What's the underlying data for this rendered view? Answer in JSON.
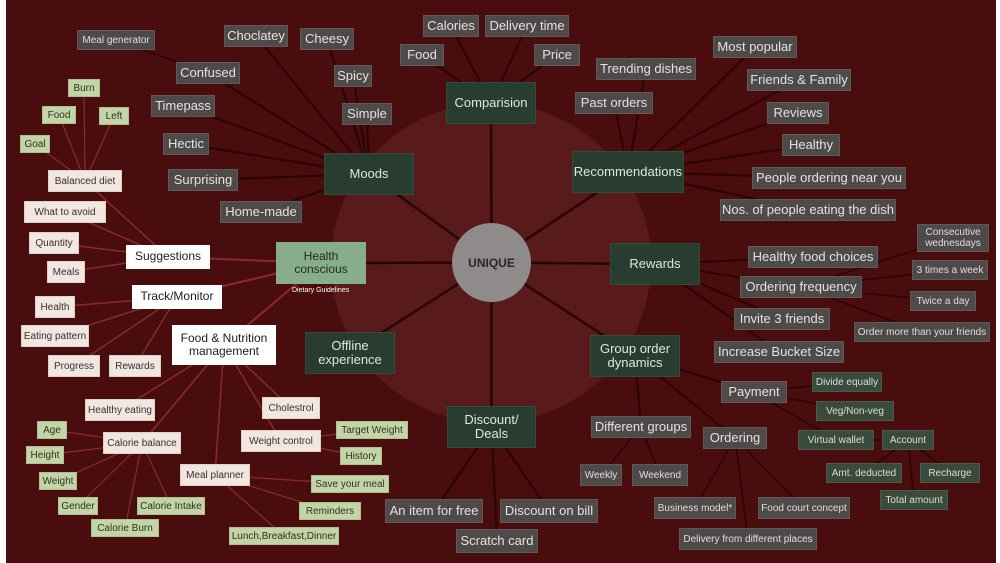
{
  "center": {
    "label": "UNIQUE"
  },
  "subtitle_health": "Dietary Guidelines",
  "colors": {
    "background": "#4a0d0d",
    "halo": "#581a1a",
    "edge_dark": "#2a0404",
    "edge_red": "#8a2a2a",
    "gray_box": "#4f4a4a",
    "dark_green_box": "#283d2f",
    "light_green_box": "#c3d4a6",
    "cream_box": "#f1e6e0",
    "health_box": "#88ad8b",
    "center_circle": "#8f8b8b"
  },
  "hubs": {
    "moods": "Moods",
    "comparision": "Comparision",
    "recommendations": "Recommendations",
    "rewards": "Rewards",
    "group_order": "Group order dynamics",
    "discount": "Discount/ Deals",
    "offline": "Offline experience",
    "health": "Health conscious"
  },
  "moods": {
    "choclatey": "Choclatey",
    "cheesy": "Cheesy",
    "confused": "Confused",
    "spicy": "Spicy",
    "timepass": "Timepass",
    "simple": "Simple",
    "hectic": "Hectic",
    "surprising": "Surprising",
    "home_made": "Home-made",
    "meal_generator": "Meal generator"
  },
  "comparision": {
    "calories": "Calories",
    "delivery_time": "Delivery time",
    "food": "Food",
    "price": "Price"
  },
  "recommendations": {
    "trending": "Trending dishes",
    "most_popular": "Most popular",
    "friends": "Friends & Family",
    "past_orders": "Past orders",
    "reviews": "Reviews",
    "healthy": "Healthy",
    "people_near": "People ordering near you",
    "nos_people": "Nos. of people eating the dish"
  },
  "rewards": {
    "healthy_choices": "Healthy food choices",
    "ordering_frequency": "Ordering frequency",
    "invite": "Invite 3 friends",
    "bucket": "Increase Bucket Size",
    "consecutive": "Consecutive wednesdays",
    "three_times": "3 times a week",
    "twice": "Twice a day",
    "more_than_friends": "Order more than your friends"
  },
  "group": {
    "payment": "Payment",
    "divide": "Divide equally",
    "veg": "Veg/Non-veg",
    "virtual_wallet": "Virtual wallet",
    "account": "Account",
    "amt_deducted": "Amt. deducted",
    "recharge": "Recharge",
    "total_amount": "Total amount",
    "different_groups": "Different groups",
    "weekly": "Weekly",
    "weekend": "Weekend",
    "ordering": "Ordering",
    "business_model": "Business model*",
    "food_court": "Food court concept",
    "delivery_places": "Delivery from different places"
  },
  "discount": {
    "item_free": "An item for free",
    "discount_bill": "Discount on bill",
    "scratch": "Scratch card"
  },
  "health": {
    "suggestions": "Suggestions",
    "track": "Track/Monitor",
    "food_nutrition": "Food & Nutrition management",
    "burn": "Burn",
    "food": "Food",
    "left": "Left",
    "goal": "Goal",
    "balanced": "Balanced diet",
    "what_avoid": "What to avoid",
    "quantity": "Quantity",
    "meals": "Meals",
    "health_item": "Health",
    "eating_pattern": "Eating pattern",
    "progress": "Progress",
    "rewards": "Rewards",
    "healthy_eating": "Healthy eating",
    "cholestrol": "Cholestrol",
    "age": "Age",
    "calorie_balance": "Calorie balance",
    "weight_control": "Weight control",
    "target_weight": "Target Weight",
    "height": "Height",
    "history": "History",
    "weight": "Weight",
    "meal_planner": "Meal planner",
    "save_meal": "Save your meal",
    "gender": "Gender",
    "calorie_intake": "Calorie Intake",
    "reminders": "Reminders",
    "calorie_burn": "Calorie Burn",
    "lunch": "Lunch,Breakfast,Dinner"
  }
}
